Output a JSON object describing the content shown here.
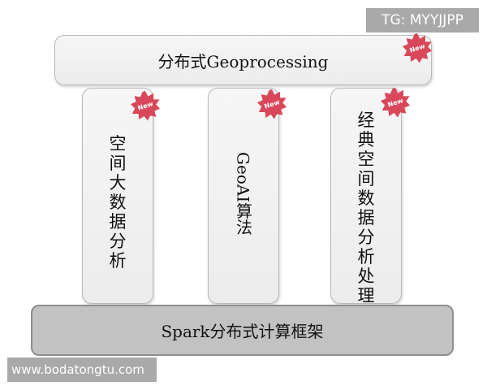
{
  "diagram": {
    "top_layer": {
      "label": "分布式Geoprocessing",
      "badge": "New"
    },
    "pillars": [
      {
        "label": "空间大数据分析",
        "badge": "New"
      },
      {
        "label": "GeoAI算法",
        "badge": "New"
      },
      {
        "label": "经典空间数据分析处理",
        "badge": "New"
      }
    ],
    "base_layer": {
      "label": "Spark分布式计算框架"
    },
    "colors": {
      "box_fill": "#f0f0f0",
      "base_fill": "#c2c2c2",
      "badge_red": "#d9475a",
      "watermark_bg": "#a9a9a9"
    }
  },
  "watermarks": {
    "top_right": "TG: MYYJJPP",
    "bottom_left": "www.bodatongtu.com"
  }
}
